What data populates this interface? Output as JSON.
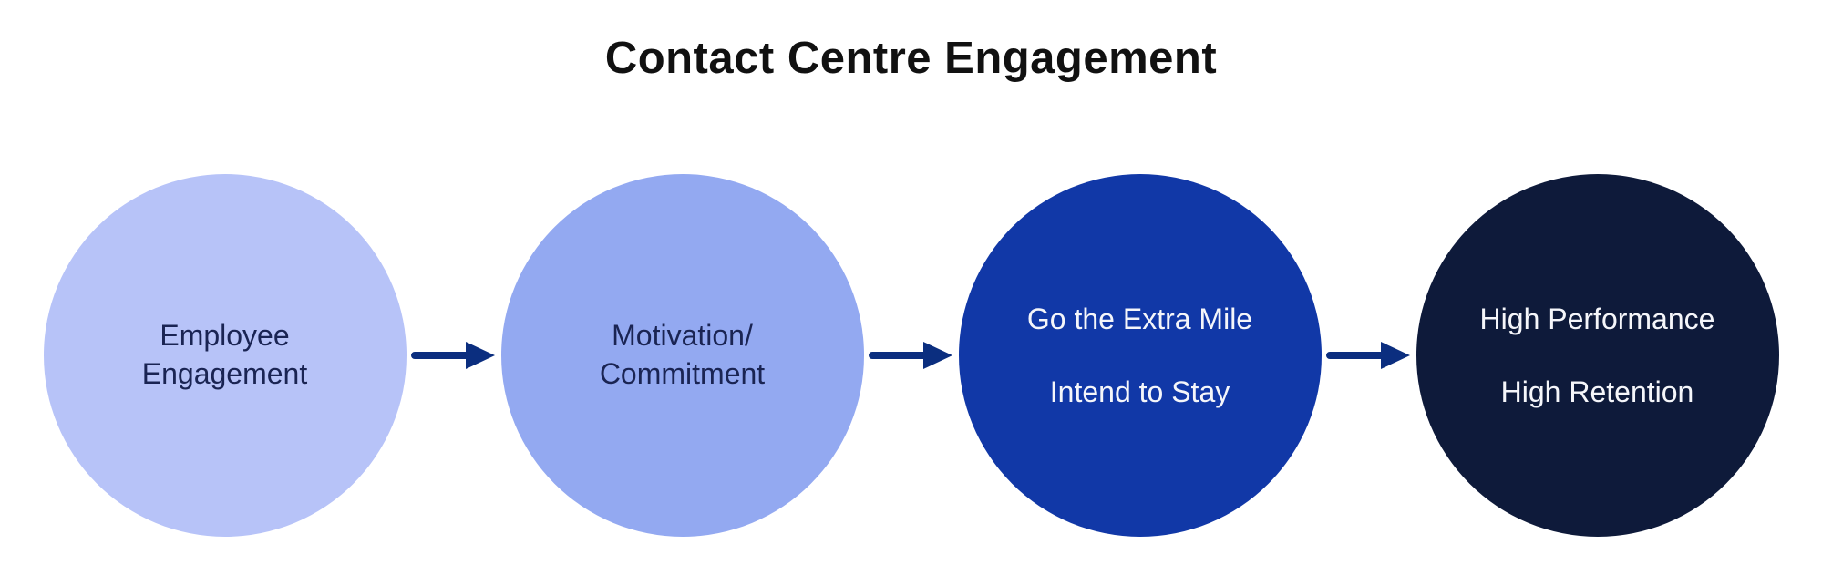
{
  "title": "Contact Centre Engagement",
  "colors": {
    "background": "#ffffff",
    "title_text": "#111111",
    "arrow": "#0b2e7f",
    "dark_label_text": "#1a2453",
    "light_label_text": "#f5f6fa"
  },
  "diagram": {
    "type": "flow",
    "direction": "left-to-right",
    "circles": [
      {
        "id": "employee-engagement",
        "lines": [
          "Employee",
          "Engagement"
        ],
        "fill": "#b7c3f8",
        "text_color": "#1a2453"
      },
      {
        "id": "motivation-commitment",
        "lines": [
          "Motivation/",
          "Commitment"
        ],
        "fill": "#93a9f1",
        "text_color": "#1a2453"
      },
      {
        "id": "go-extra-mile-intend-to-stay",
        "lines": [
          "Go the Extra Mile",
          "Intend to Stay"
        ],
        "fill": "#1138a7",
        "text_color": "#f5f6fa"
      },
      {
        "id": "high-performance-high-retention",
        "lines": [
          "High Performance",
          "High Retention"
        ],
        "fill": "#0e1a3a",
        "text_color": "#f5f6fa"
      }
    ],
    "connector": "right-arrow"
  }
}
